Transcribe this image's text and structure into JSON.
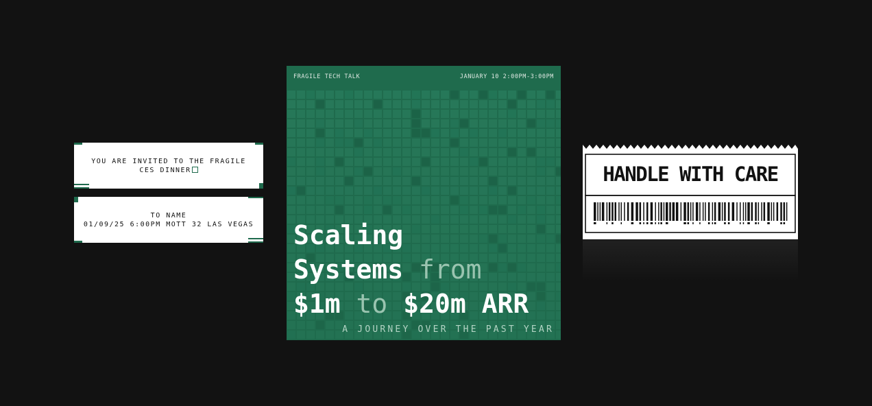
{
  "ticket_1": {
    "line1": "YOU ARE INVITED TO THE FRAGILE",
    "line2": "CES DINNER"
  },
  "ticket_2": {
    "line1": "TO NAME",
    "line2": "01/09/25 6:00PM  MOTT 32 LAS VEGAS"
  },
  "poster": {
    "header_left": "FRAGILE TECH TALK",
    "header_right": "JANUARY 10 2:00PM-3:00PM",
    "headline_line1": "Scaling",
    "headline_line2_a": "Systems",
    "headline_line2_b": "from",
    "headline_line3_a": "$1m",
    "headline_line3_b": "to",
    "headline_line3_c": "$20m ARR",
    "subtitle": "A JOURNEY OVER THE PAST YEAR"
  },
  "label": {
    "title": "HANDLE WITH CARE"
  },
  "colors": {
    "background": "#121212",
    "brand_green": "#1f6b4d",
    "text_dim_green": "#9ac4b0",
    "white": "#ffffff"
  }
}
